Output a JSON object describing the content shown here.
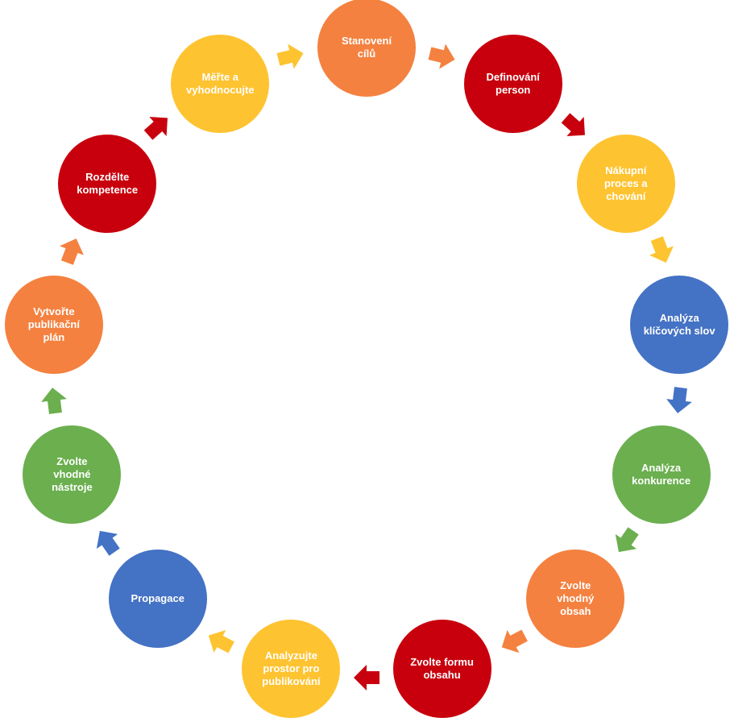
{
  "colors": {
    "orange": "#F4813F",
    "red": "#C8000D",
    "yellow": "#FEC330",
    "blue": "#4472C4",
    "green": "#6BAF4F"
  },
  "cycle": {
    "steps": [
      {
        "label": "Stanovení\ncílů",
        "color": "orange",
        "icon": "arrow-icon"
      },
      {
        "label": "Definování\nperson",
        "color": "red",
        "icon": "arrow-icon"
      },
      {
        "label": "Nákupní\nproces a\nchování",
        "color": "yellow",
        "icon": "arrow-icon"
      },
      {
        "label": "Analýza\nklíčových slov",
        "color": "blue",
        "icon": "arrow-icon"
      },
      {
        "label": "Analýza\nkonkurence",
        "color": "green",
        "icon": "arrow-icon"
      },
      {
        "label": "Zvolte\nvhodný\nobsah",
        "color": "orange",
        "icon": "arrow-icon"
      },
      {
        "label": "Zvolte formu\nobsahu",
        "color": "red",
        "icon": "arrow-icon"
      },
      {
        "label": "Analyzujte\nprostor pro\npublikování",
        "color": "yellow",
        "icon": "arrow-icon"
      },
      {
        "label": "Propagace",
        "color": "blue",
        "icon": "arrow-icon"
      },
      {
        "label": "Zvolte\nvhodné\nnástroje",
        "color": "green",
        "icon": "arrow-icon"
      },
      {
        "label": "Vytvořte\npublikační\nplán",
        "color": "orange",
        "icon": "arrow-icon"
      },
      {
        "label": "Rozdělte\nkompetence",
        "color": "red",
        "icon": "arrow-icon"
      },
      {
        "label": "Měřte a\nvyhodnocujte",
        "color": "yellow",
        "icon": "arrow-icon"
      }
    ]
  }
}
